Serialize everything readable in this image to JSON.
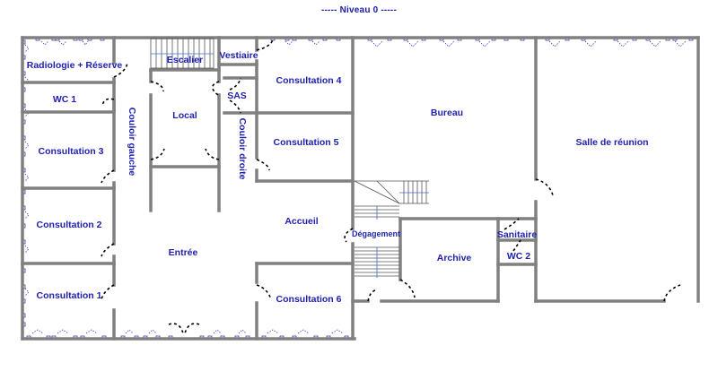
{
  "title": "-----  Niveau 0  -----",
  "colors": {
    "wall": "#808080",
    "label": "#1f1fb0",
    "door": "#000000",
    "window": "#3a3ab5",
    "stair_arrow": "#3c6fd0"
  },
  "rooms": [
    {
      "id": "radiologie",
      "label": "Radiologie + Réserve"
    },
    {
      "id": "wc1",
      "label": "WC 1"
    },
    {
      "id": "consultation3",
      "label": "Consultation 3"
    },
    {
      "id": "consultation2",
      "label": "Consultation 2"
    },
    {
      "id": "consultation1",
      "label": "Consultation 1"
    },
    {
      "id": "couloir_gauche",
      "label": "Couloir gauche"
    },
    {
      "id": "escalier",
      "label": "Escalier"
    },
    {
      "id": "local",
      "label": "Local"
    },
    {
      "id": "entree",
      "label": "Entrée"
    },
    {
      "id": "vestiaire",
      "label": "Vestiaire"
    },
    {
      "id": "sas",
      "label": "SAS"
    },
    {
      "id": "couloir_droite",
      "label": "Couloir droite"
    },
    {
      "id": "consultation4",
      "label": "Consultation 4"
    },
    {
      "id": "consultation5",
      "label": "Consultation 5"
    },
    {
      "id": "accueil",
      "label": "Accueil"
    },
    {
      "id": "consultation6",
      "label": "Consultation 6"
    },
    {
      "id": "degagement",
      "label": "Dégagement"
    },
    {
      "id": "bureau",
      "label": "Bureau"
    },
    {
      "id": "archive",
      "label": "Archive"
    },
    {
      "id": "sanitaire",
      "label": "Sanitaire"
    },
    {
      "id": "wc2",
      "label": "WC 2"
    },
    {
      "id": "salle_reunion",
      "label": "Salle de réunion"
    }
  ]
}
